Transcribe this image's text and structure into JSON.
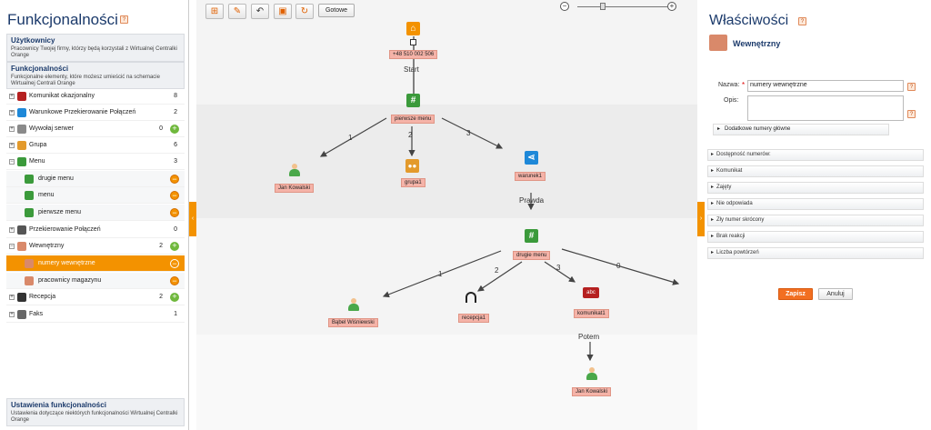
{
  "left": {
    "title": "Funkcjonalności",
    "sections": [
      {
        "title": "Użytkownicy",
        "desc": "Pracownicy Twojej firmy, którzy będą korzystali z Wirtualnej Centralki Orange"
      },
      {
        "title": "Funkcjonalności",
        "desc": "Funkcjonalne elementy, które możesz umieścić na schemacie Wirtualnej Centrali Orange"
      }
    ],
    "tree": [
      {
        "label": "Komunikat okazjonalny",
        "count": "8"
      },
      {
        "label": "Warunkowe Przekierowanie Połączeń",
        "count": "2"
      },
      {
        "label": "Wywołaj serwer",
        "count": "0"
      },
      {
        "label": "Grupa",
        "count": "6"
      },
      {
        "label": "Menu",
        "count": "3"
      },
      {
        "label": "drugie menu"
      },
      {
        "label": "menu"
      },
      {
        "label": "pierwsze menu"
      },
      {
        "label": "Przekierowanie Połączeń",
        "count": "0"
      },
      {
        "label": "Wewnętrzny",
        "count": "2"
      },
      {
        "label": "numery wewnętrzne"
      },
      {
        "label": "pracownicy magazynu"
      },
      {
        "label": "Recepcja",
        "count": "2"
      },
      {
        "label": "Faks",
        "count": "1"
      }
    ],
    "bottom": {
      "title": "Ustawienia funkcjonalności",
      "desc": "Ustawienia dotyczące niektórych funkcjonalności Wirtualnej Centralki Orange"
    }
  },
  "toolbar": {
    "done_label": "Gotowe"
  },
  "diagram": {
    "start_number": "+48 510 002 506",
    "start_label": "Start",
    "menu1": "pierwsze menu",
    "user1": "Jan Kowalski",
    "group1": "grupa1",
    "cond1": "warunek1",
    "true_label": "Prawda",
    "menu2": "drugie menu",
    "user2": "Bąbel Wiśniewski",
    "reception1": "recepcja1",
    "message1": "komunikat1",
    "message_icon_text": "abc",
    "then_label": "Potem",
    "user3": "Jan Kowalski",
    "edge1": "1",
    "edge2": "2",
    "edge3": "3",
    "edge4": "1",
    "edge5": "2",
    "edge6": "3",
    "edge7": "0"
  },
  "right": {
    "title": "Właściwości",
    "name": "Wewnętrzny",
    "name_label": "Nazwa:",
    "name_value": "numery wewnętrzne",
    "desc_label": "Opis:",
    "desc_value": "",
    "extra_numbers": "Dodatkowe numery główne",
    "accordions": [
      "Dostępność numerów:",
      "Komunikat",
      "Zajęty",
      "Nie odpowiada",
      "Zły numer skrócony",
      "Brak reakcji",
      "Liczba powtórzeń"
    ],
    "save": "Zapisz",
    "cancel": "Anuluj"
  },
  "help_mark": "?",
  "colors": {
    "accent": "#f39200",
    "title": "#1b3a6b",
    "node_label": "#f5b3a8",
    "menu_icon": "#3b9a3b",
    "cond_icon": "#1e88d8",
    "start_icon": "#f39200"
  }
}
